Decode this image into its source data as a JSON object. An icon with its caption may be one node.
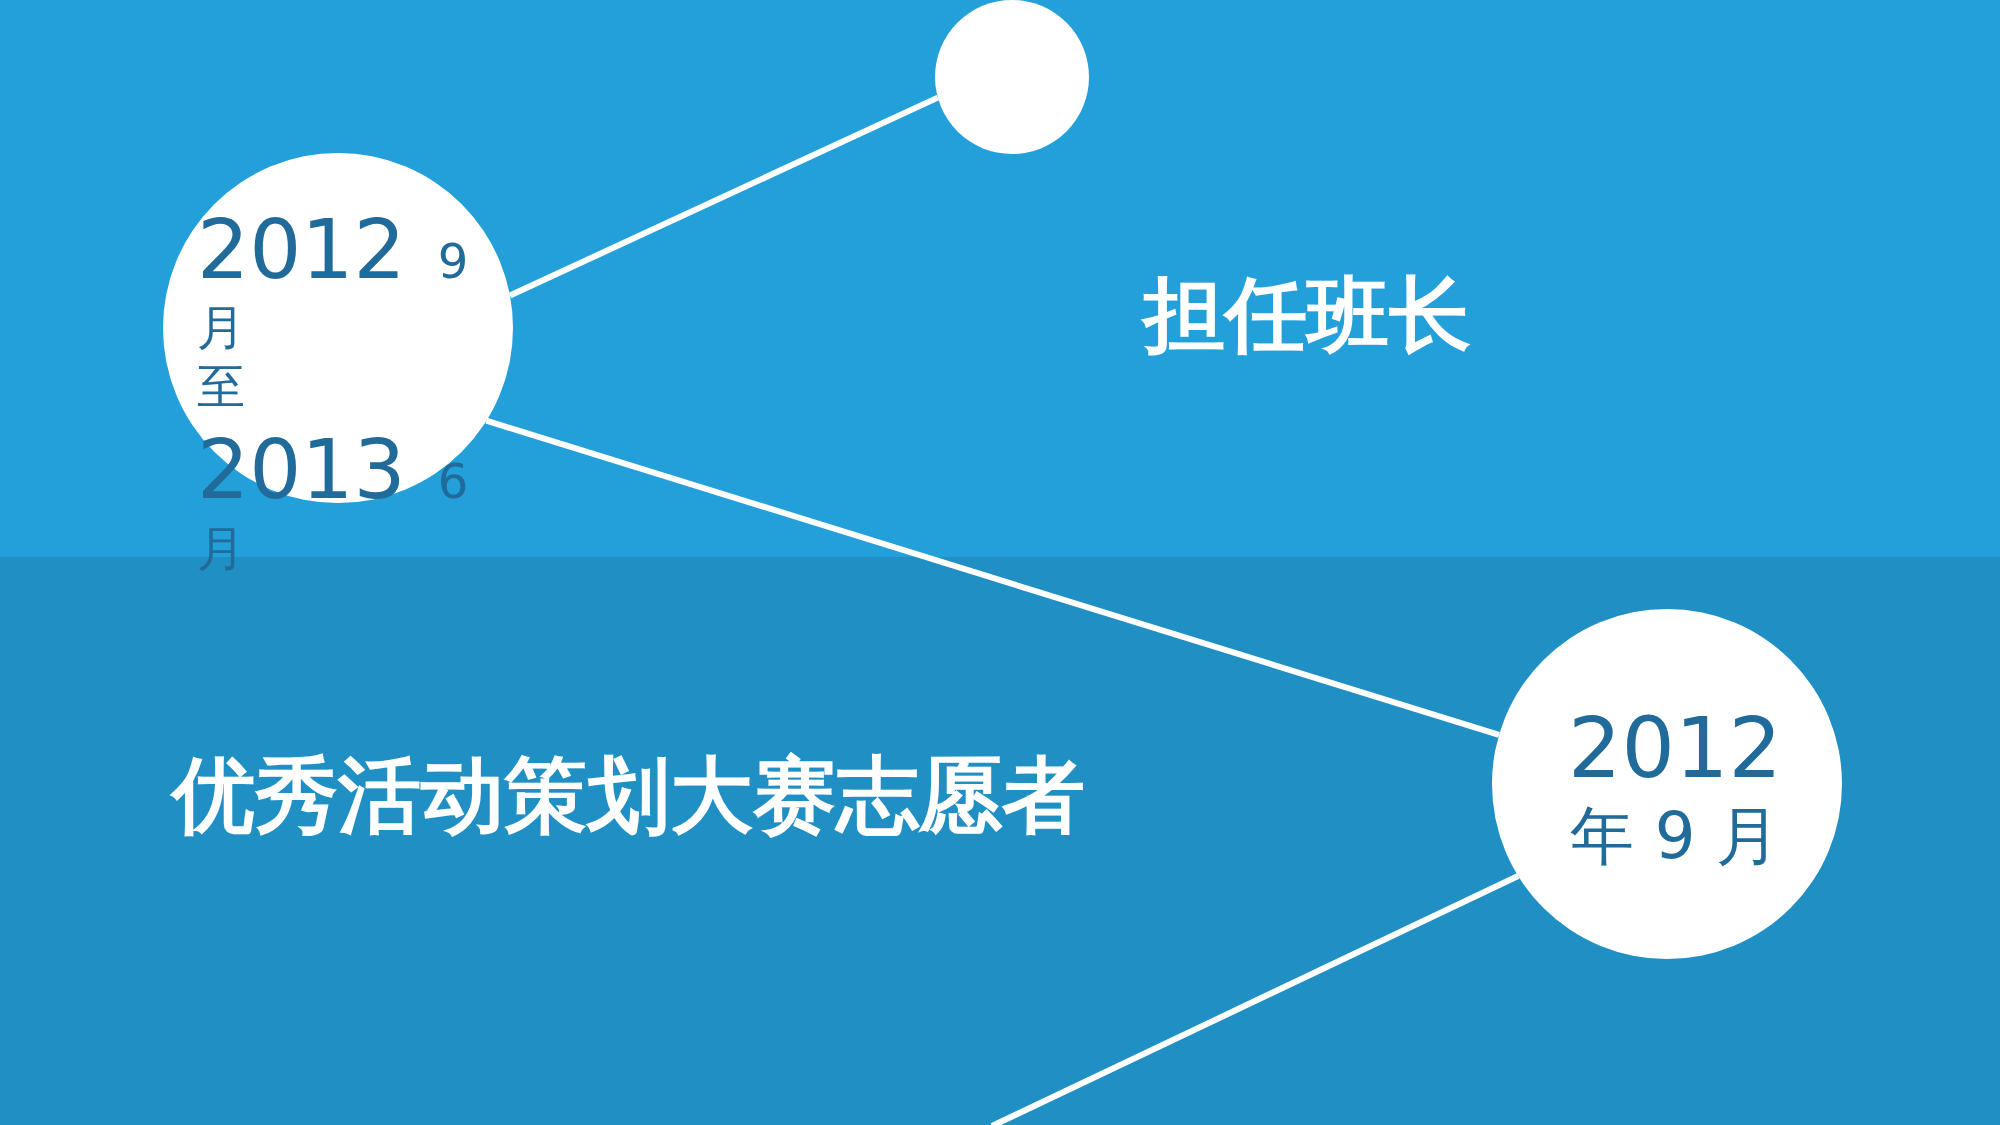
{
  "diagram": {
    "nodes": [
      {
        "text": [],
        "shape": "circle"
      },
      {
        "text": [
          "2012",
          "9",
          "月",
          "至",
          "2013",
          "6",
          "月"
        ]
      },
      {
        "text": [
          "2012",
          "年 9 月"
        ]
      }
    ],
    "edges": [
      {
        "from": 0,
        "to": 1,
        "arrow": "none"
      },
      {
        "from": 1,
        "to": 2,
        "arrow": "none"
      },
      {
        "from": 2,
        "to": null,
        "arrow": "none"
      }
    ],
    "labels": [
      "担任班长",
      "优秀活动策划大赛志愿者"
    ]
  }
}
